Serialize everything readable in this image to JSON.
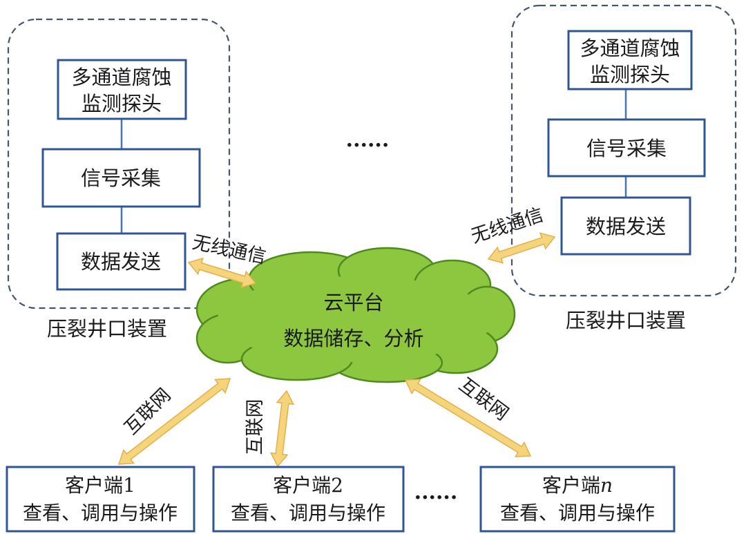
{
  "device_left": {
    "probe_line1": "多通道腐蚀",
    "probe_line2": "监测探头",
    "signal": "信号采集",
    "send": "数据发送",
    "caption": "压裂井口装置"
  },
  "device_right": {
    "probe_line1": "多通道腐蚀",
    "probe_line2": "监测探头",
    "signal": "信号采集",
    "send": "数据发送",
    "caption": "压裂井口装置"
  },
  "wireless_left": "无线通信",
  "wireless_right": "无线通信",
  "ellipsis_top": "......",
  "cloud": {
    "title": "云平台",
    "subtitle": "数据储存、分析"
  },
  "internet_labels": [
    "互联网",
    "互联网",
    "互联网"
  ],
  "clients": [
    {
      "name": "客户端1",
      "desc": "查看、调用与操作"
    },
    {
      "name": "客户端2",
      "desc": "查看、调用与操作"
    },
    {
      "name_prefix": "客户端",
      "name_var": "n",
      "desc": "查看、调用与操作"
    }
  ],
  "ellipsis_bottom": "......",
  "colors": {
    "box_stroke": "#2f5597",
    "dashed_stroke": "#44546a",
    "connector": "#4472c4",
    "arrow_fill": "#f6d47c",
    "arrow_stroke": "#e0b04a",
    "cloud_fill": "#8dc63f",
    "cloud_stroke": "#4e8b1f"
  }
}
